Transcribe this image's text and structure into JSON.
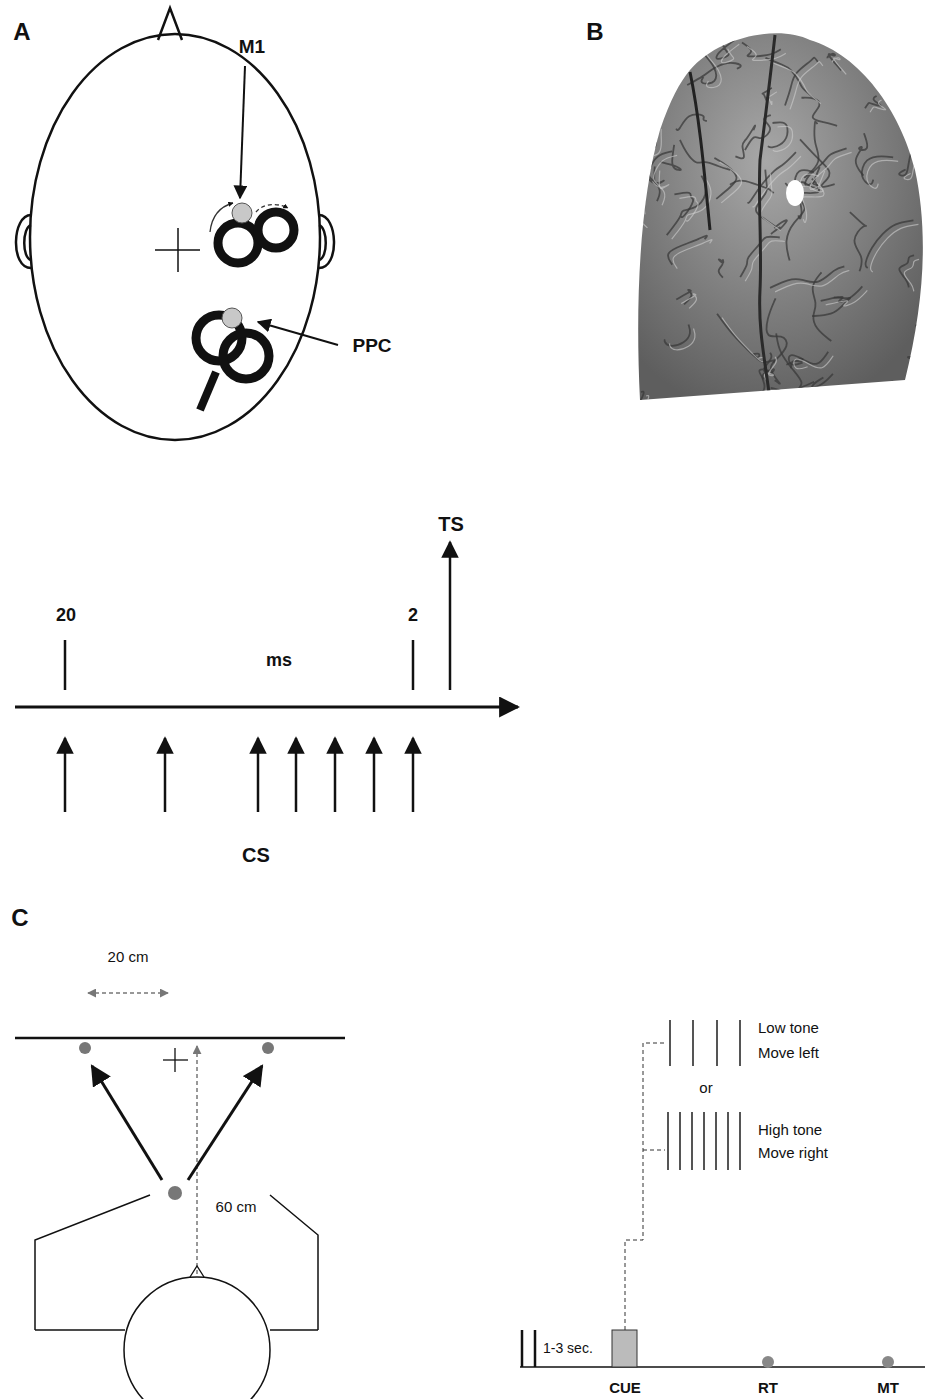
{
  "diagram": {
    "labels": [
      "A",
      "M1",
      "PPC",
      "B",
      "TS",
      "20",
      "ms",
      "2",
      "CS",
      "C",
      "20 cm",
      "60 cm",
      "Low tone",
      "Move left",
      "or",
      "High tone",
      "Move right",
      "1-3 sec.",
      "CUE",
      "RT",
      "MT"
    ]
  }
}
